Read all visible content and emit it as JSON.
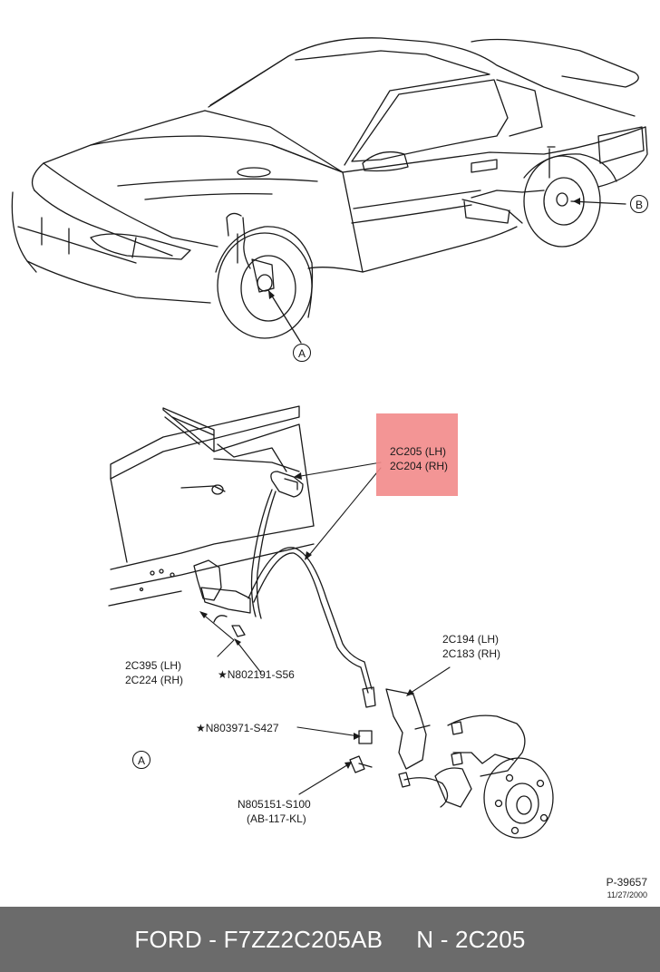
{
  "callouts": {
    "a_top": "A",
    "b_top": "B",
    "a_bottom": "A"
  },
  "parts": {
    "sensor_lh": "2C205 (LH)",
    "sensor_rh": "2C204 (RH)",
    "bracket_lh": "2C194 (LH)",
    "bracket_rh": "2C183 (RH)",
    "clip_lh": "2C395 (LH)",
    "clip_rh": "2C224 (RH)",
    "bolt_1": "★N802191-S56",
    "bolt_2": "★N803971-S427",
    "bolt_3_line1": "N805151-S100",
    "bolt_3_line2": "(AB-117-KL)"
  },
  "reference": {
    "code": "P-39657",
    "date": "11/27/2000"
  },
  "footer": {
    "text": "FORD - F7ZZ2C205AB     N - 2C205"
  },
  "colors": {
    "highlight": "#f28a8a",
    "footer_bg": "#6b6b6b",
    "line": "#1a1a1a"
  }
}
